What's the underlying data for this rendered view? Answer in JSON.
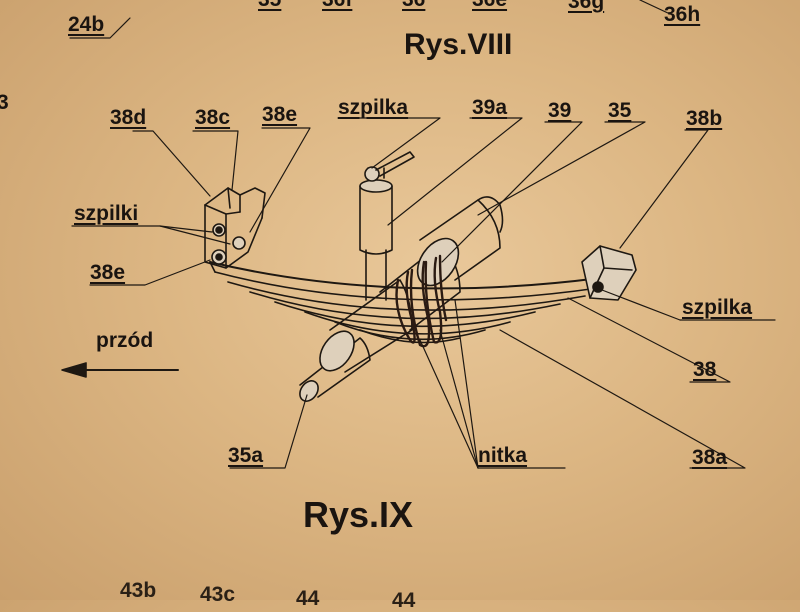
{
  "figure_top": {
    "title": "Rys.VIII",
    "partial_labels": [
      "35",
      "36f",
      "36",
      "36e",
      "36g",
      "36h",
      "24b",
      "3"
    ]
  },
  "figure_main": {
    "title": "Rys.IX",
    "labels": {
      "l38d": "38d",
      "l38c": "38c",
      "l38e_top": "38e",
      "szpilka_top": "szpilka",
      "l39a": "39a",
      "l39": "39",
      "l35": "35",
      "l38b": "38b",
      "szpilki": "szpilki",
      "l38e_left": "38e",
      "przod": "przód",
      "szpilka_right": "szpilka",
      "l38": "38",
      "l35a": "35a",
      "nitka": "nitka",
      "l38a": "38a"
    }
  },
  "bottom_partial_labels": [
    "43b",
    "43c",
    "44",
    "44"
  ]
}
